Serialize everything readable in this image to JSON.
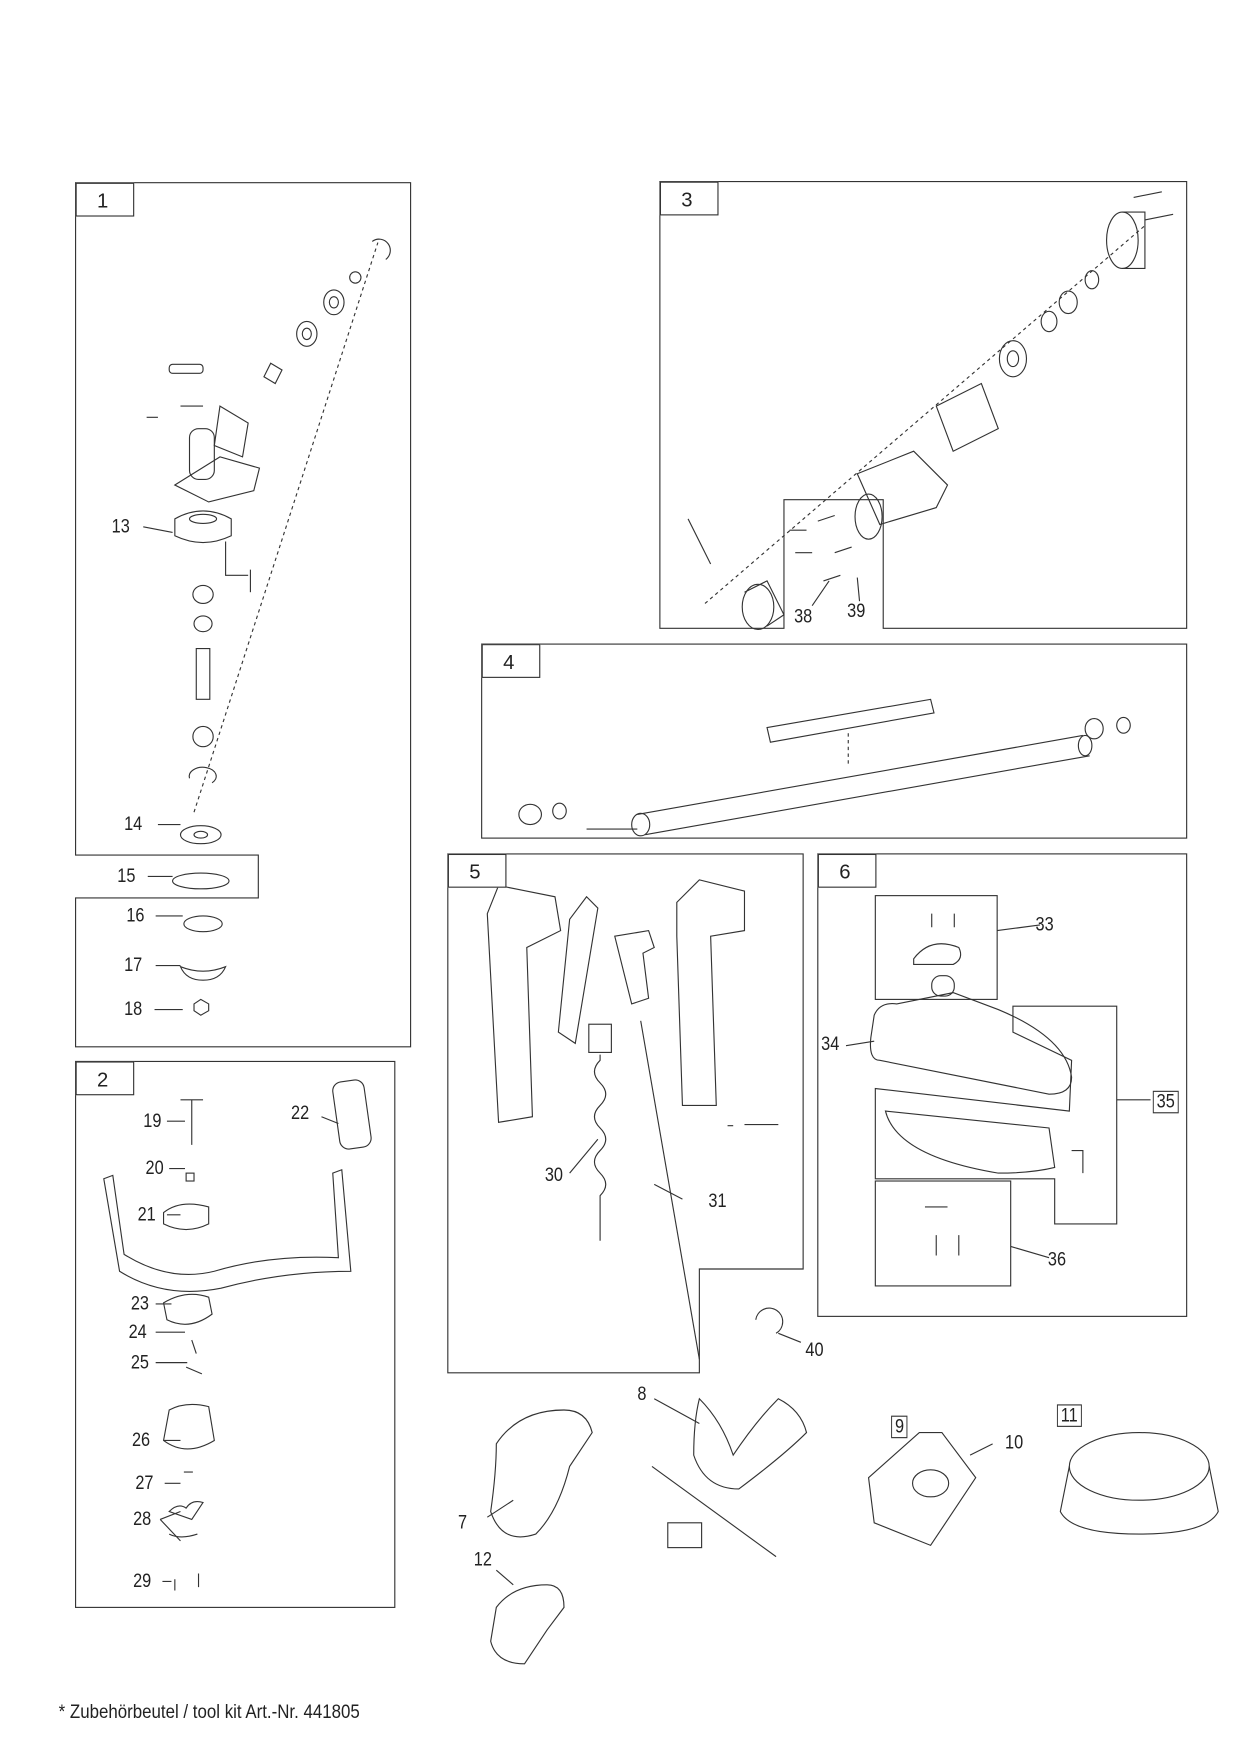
{
  "groups": [
    "1",
    "2",
    "3",
    "4",
    "5",
    "6"
  ],
  "callouts": [
    "13",
    "14",
    "15",
    "16",
    "17",
    "18",
    "19",
    "20",
    "21",
    "22",
    "23",
    "24",
    "25",
    "26",
    "27",
    "28",
    "29",
    "38",
    "39",
    "30",
    "31",
    "33",
    "34",
    "35",
    "36",
    "40",
    "8",
    "9",
    "10",
    "11",
    "7",
    "12"
  ],
  "footer": "* Zubehörbeutel / tool kit   Art.-Nr. 441805"
}
